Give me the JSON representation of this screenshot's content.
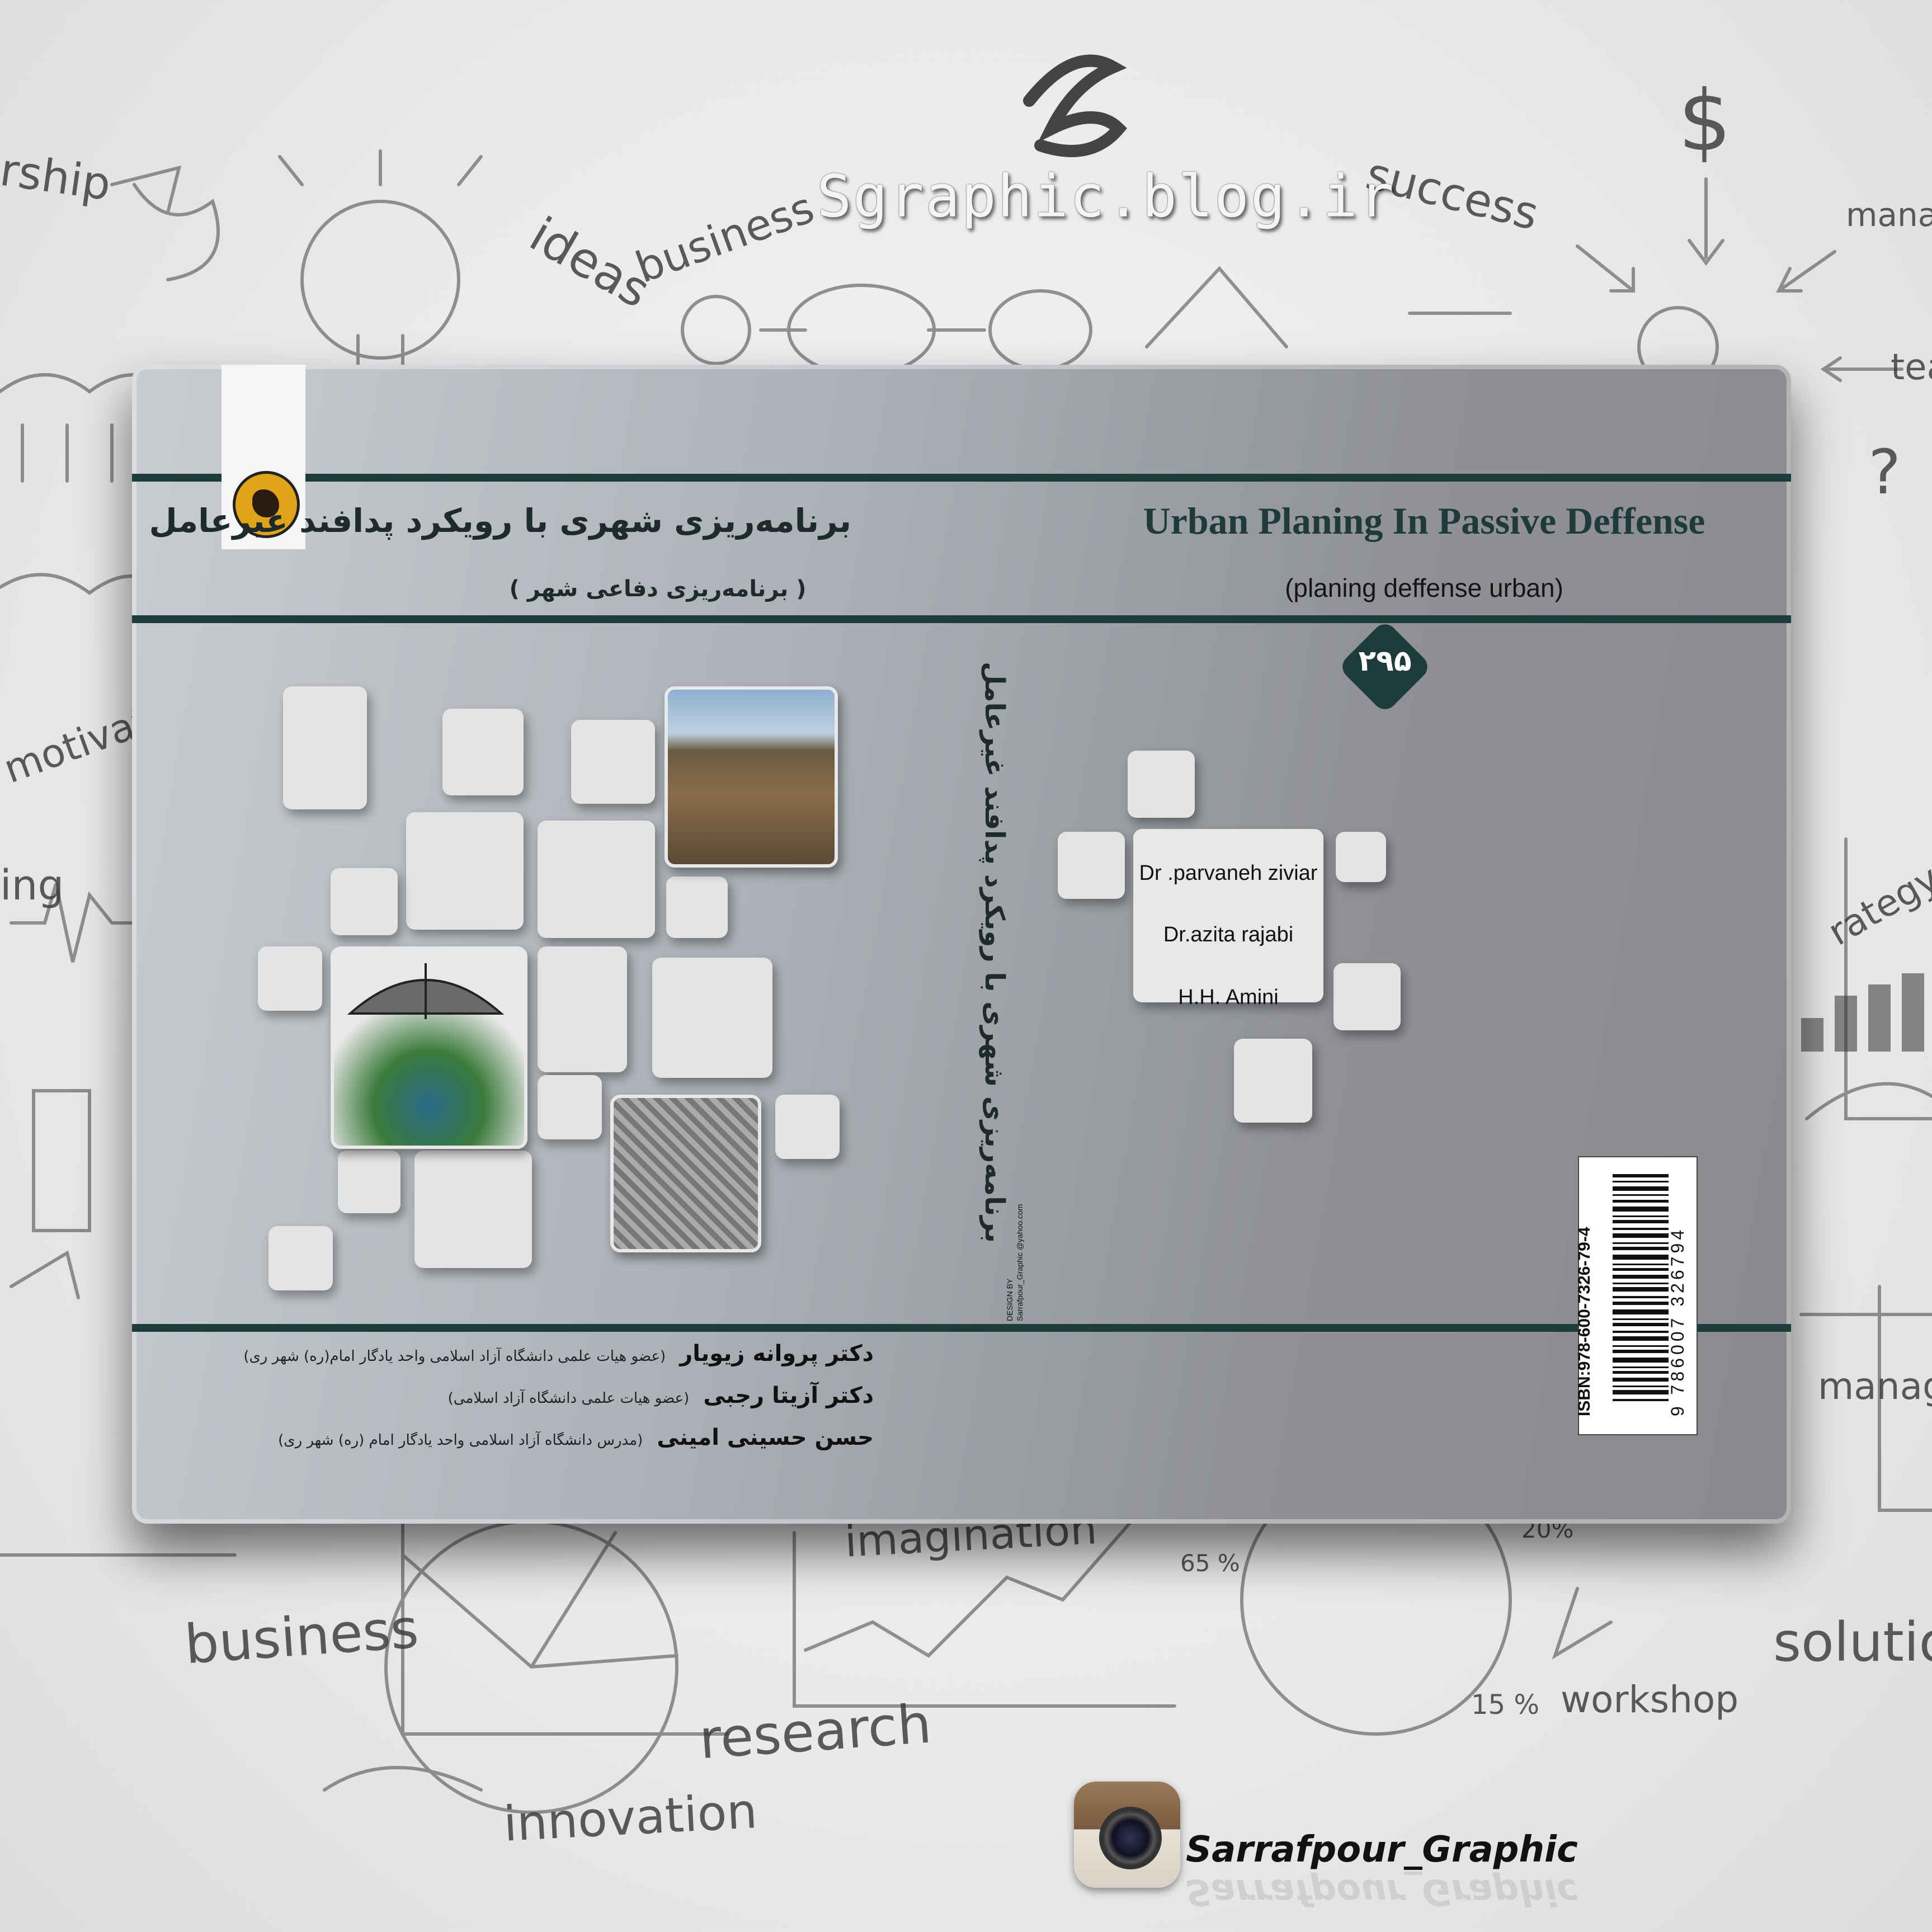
{
  "watermark": "Sgraphic.blog.ir",
  "background_words": {
    "leadership": "rship",
    "ideas": "ideas",
    "business_top": "business",
    "success": "success",
    "management_top": "manage",
    "team": "tea",
    "motivation": "motivatio",
    "planning": "ing",
    "strategy": "rategy",
    "management_right": "manage",
    "imagination": "imagination",
    "business_bottom": "business",
    "research": "research",
    "innovation": "innovation",
    "solution": "solutio",
    "workshop": "workshop",
    "pct_65": "65 %",
    "pct_15": "15 %",
    "pct_20": "20%",
    "dollar": "$",
    "question": "?"
  },
  "cover": {
    "fa_title": "برنامه‌ریزی شهری با رویکرد پدافند غیرعامل",
    "fa_subtitle": "( برنامه‌ریزی دفاعی شهر )",
    "en_title": "Urban Planing In Passive Deffense",
    "en_subtitle": "(planing deffense urban)",
    "series_number": "۲۹۵",
    "spine_text": "برنامه‌ریزی شهری با رویکرد پدافند غیرعامل",
    "designer_line1": "DESIGN BY",
    "designer_line2": "Sarrafpour_Graphic @yahoo.com",
    "authors_en": [
      "Dr .parvaneh ziviar",
      "Dr.azita rajabi",
      "H.H. Amini"
    ],
    "isbn": "ISBN:978-600-7326-79-4",
    "barcode_digits": "9 786007 326794",
    "credits": [
      {
        "name": "دکتر پروانه زیویار",
        "role": "(عضو هیات علمی دانشگاه آزاد اسلامی واحد یادگار امام(ره) شهر ری)"
      },
      {
        "name": "دکتر آزیتا رجبی",
        "role": "(عضو هیات علمی دانشگاه آزاد اسلامی)"
      },
      {
        "name": "حسن حسینی امینی",
        "role": "(مدرس دانشگاه آزاد اسلامی واحد یادگار امام (ره) شهر ری)"
      }
    ]
  },
  "instagram_handle": "Sarrafpour_Graphic",
  "colors": {
    "band": "#1e3b3c",
    "logo": "#e0a419"
  }
}
